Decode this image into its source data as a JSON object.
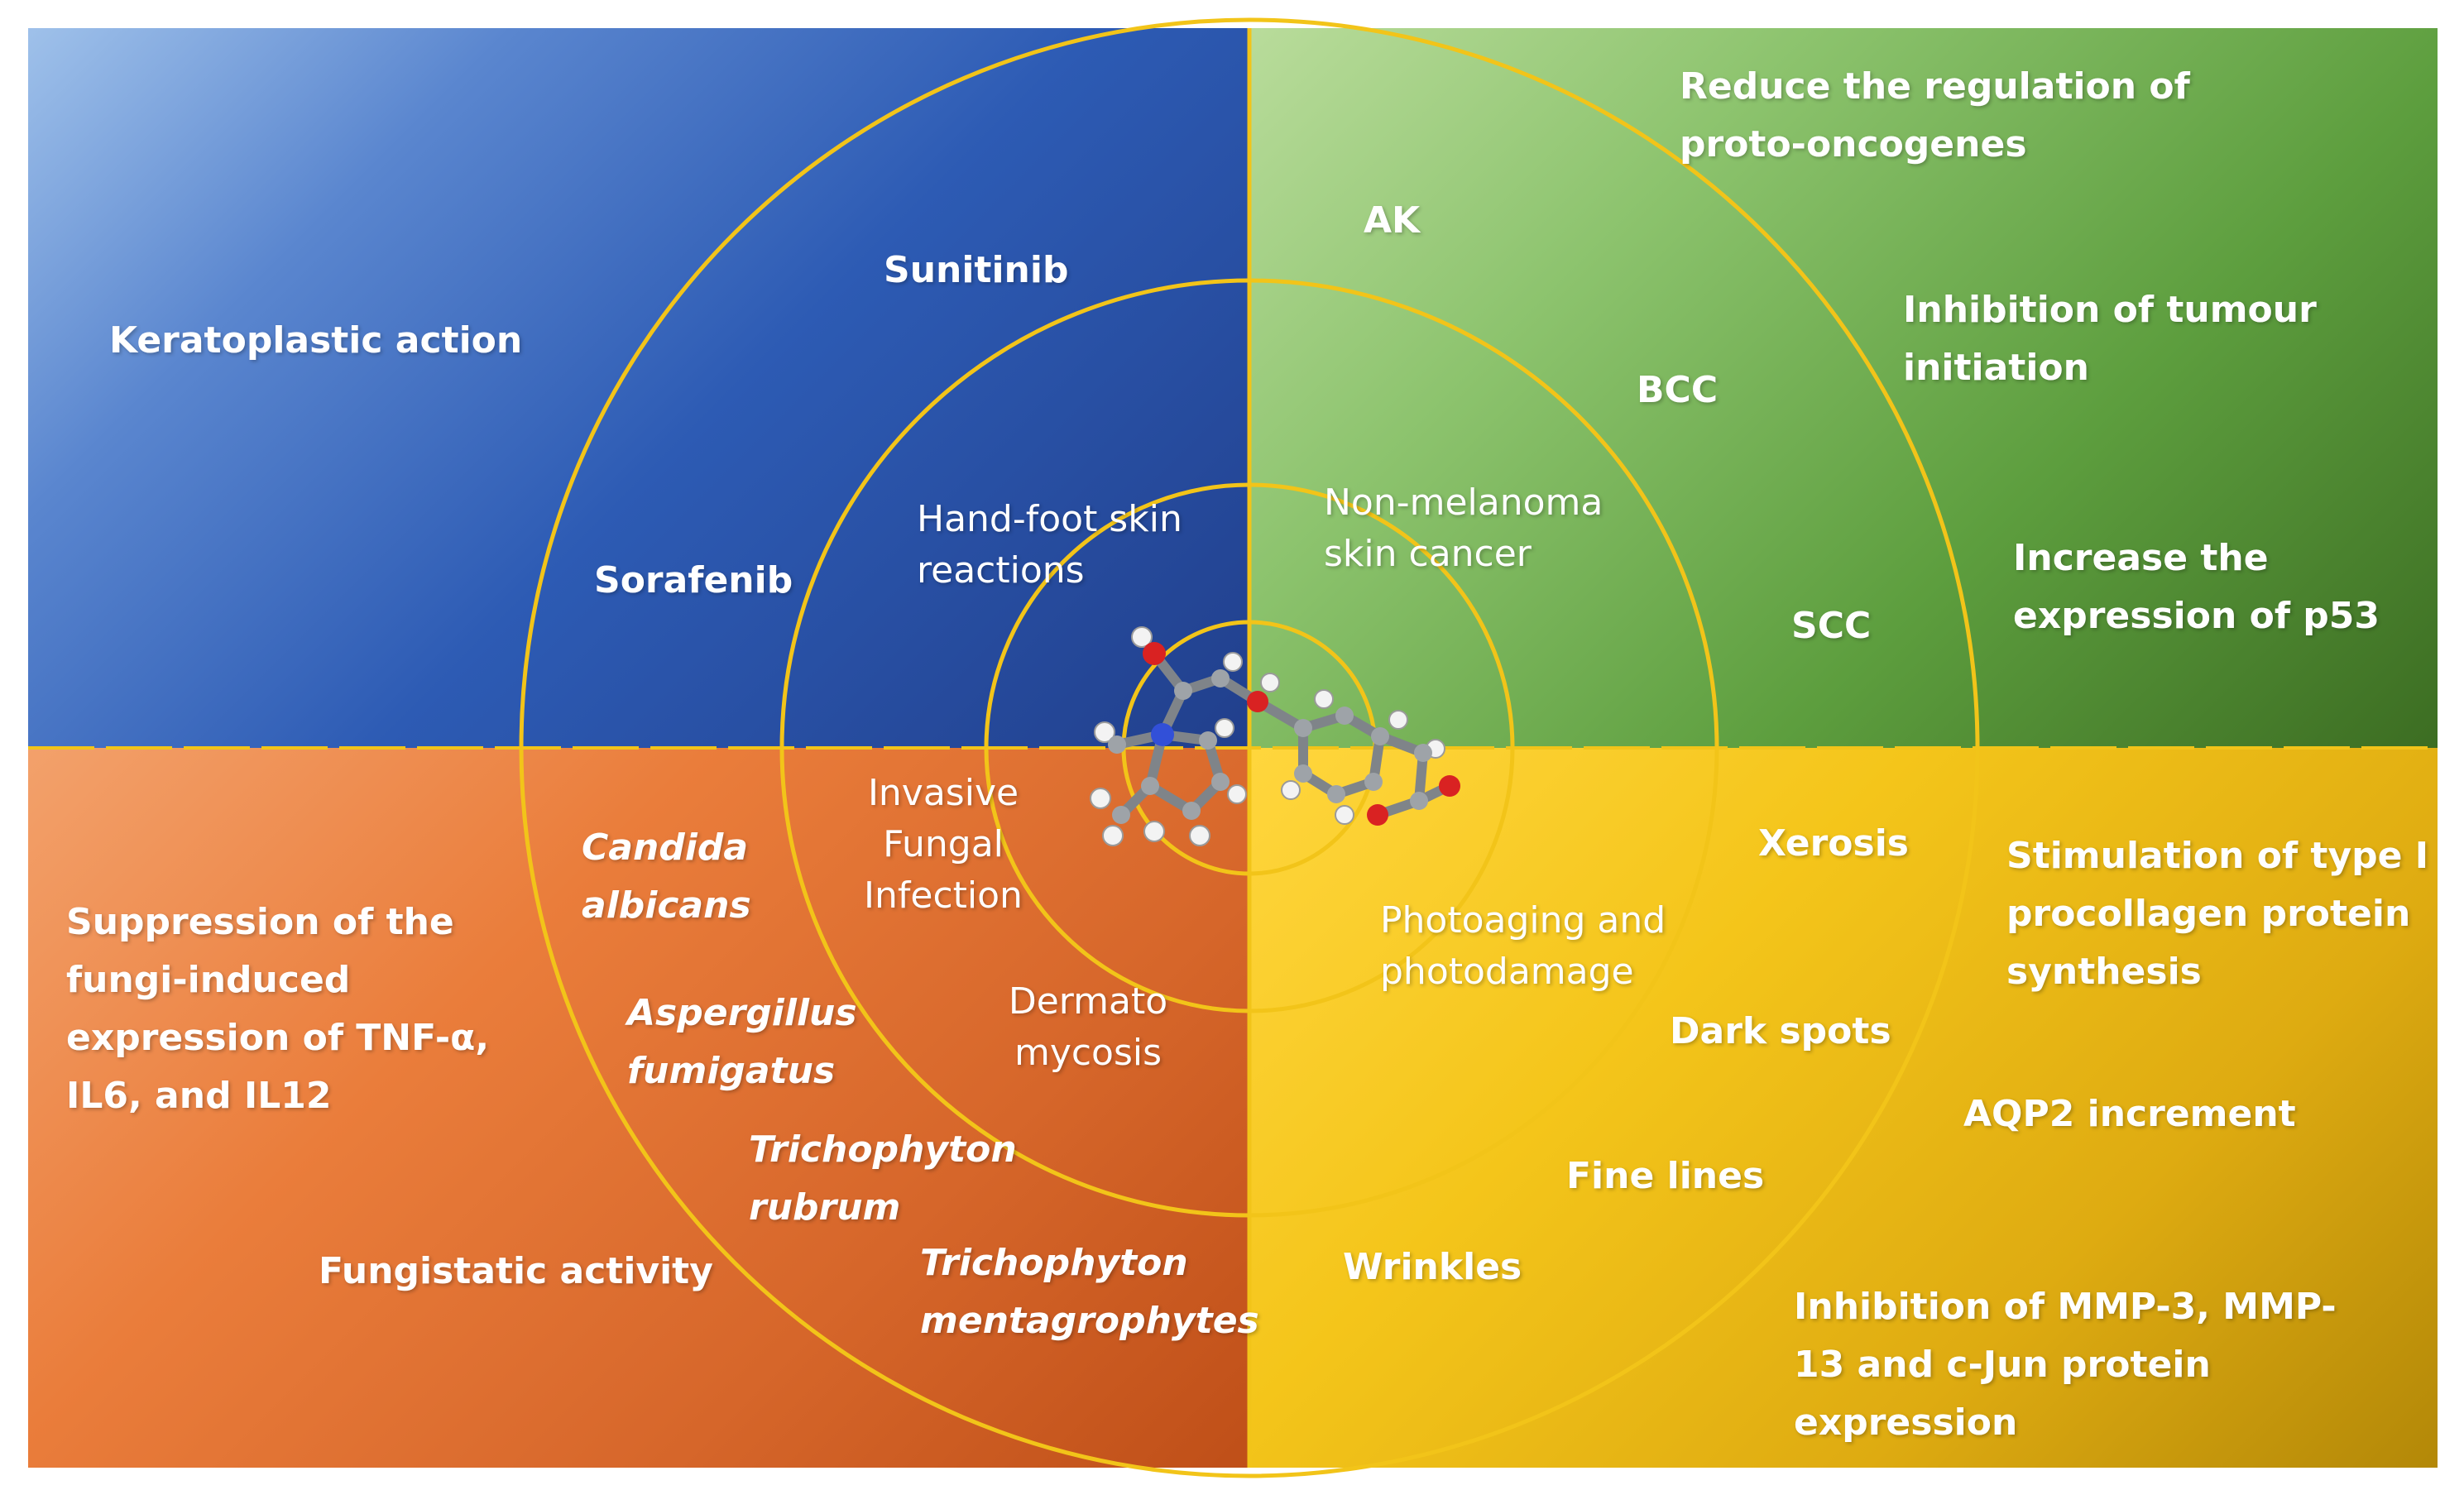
{
  "colors": {
    "blue_quadrant": "#2d5bb4",
    "green_quadrant": "#6aa84f",
    "orange_quadrant": "#e0722f",
    "yellow_quadrant": "#f1c21b",
    "rings": "#f2c419",
    "label_text": "#ffffff"
  },
  "center_icon": "molecule-ball-and-stick",
  "quadrants": {
    "blue": {
      "outer_action": "Keratoplastic action",
      "drugs": [
        "Sunitinib",
        "Sorafenib"
      ],
      "condition": "Hand-foot skin\nreactions"
    },
    "green": {
      "actions": [
        "Reduce the regulation of\nproto-oncogenes",
        "Inhibition of tumour\ninitiation",
        "Increase the\nexpression of p53"
      ],
      "types": [
        "AK",
        "BCC",
        "SCC"
      ],
      "condition": "Non-melanoma\nskin cancer"
    },
    "orange": {
      "actions": [
        "Suppression of the\nfungi-induced\nexpression of TNF-α,\nIL6, and IL12",
        "Fungistatic activity"
      ],
      "organisms": [
        "Candida\nalbicans",
        "Aspergillus\nfumigatus",
        "Trichophyton\nrubrum",
        "Trichophyton\nmentagrophytes"
      ],
      "conditions": [
        "Invasive\nFungal\nInfection",
        "Dermato\nmycosis"
      ]
    },
    "yellow": {
      "actions": [
        "Stimulation of type I\nprocollagen protein\nsynthesis",
        "AQP2 increment",
        "Inhibition of MMP-3, MMP-\n13 and c-Jun protein\nexpression"
      ],
      "signs": [
        "Xerosis",
        "Dark spots",
        "Fine lines",
        "Wrinkles"
      ],
      "condition": "Photoaging and\nphotodamage"
    }
  }
}
